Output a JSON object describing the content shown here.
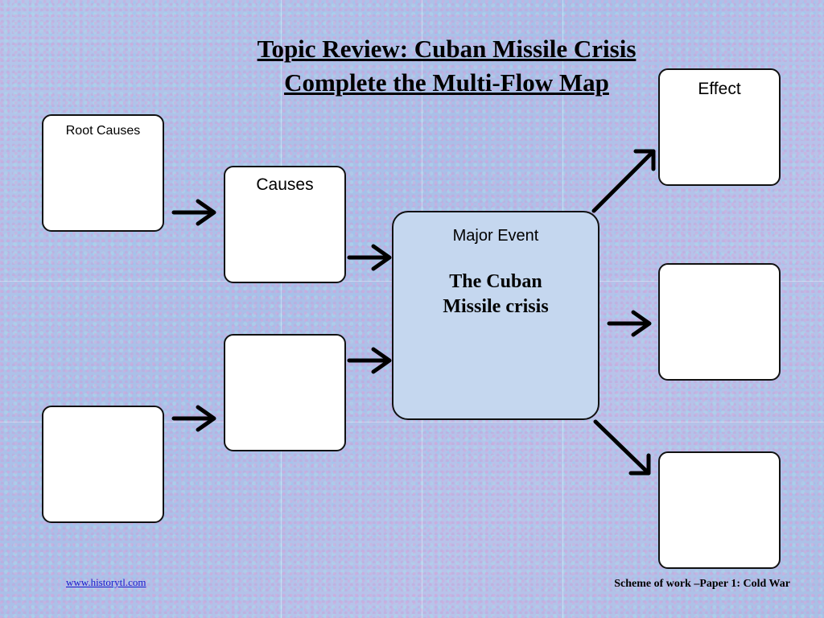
{
  "title": {
    "line1": "Topic Review: Cuban Missile Crisis",
    "line2": "Complete the Multi-Flow Map"
  },
  "boxes": {
    "root_causes_label": "Root Causes",
    "causes_label": "Causes",
    "major_event_label": "Major Event",
    "major_event_line1": "The Cuban",
    "major_event_line2": "Missile crisis",
    "effect_label": "Effect"
  },
  "footer": {
    "link": "www.historytl.com",
    "scheme": "Scheme of work –Paper 1: Cold War"
  }
}
